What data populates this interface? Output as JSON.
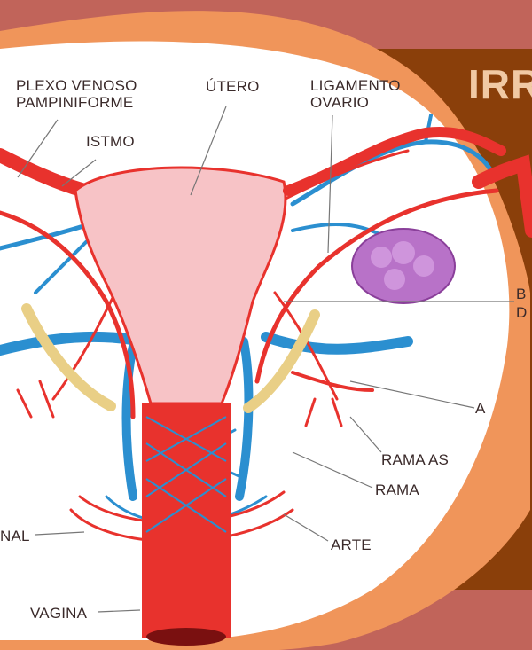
{
  "slide": {
    "title": "IRR",
    "colors": {
      "background": "#c1645a",
      "panel": "#8a3f0a",
      "blob_outer": "#f0955a",
      "blob_inner": "#ffffff",
      "title": "#f1c9a4",
      "artery": "#e8322d",
      "vein": "#2b8fd0",
      "uterus": "#f7c3c6",
      "ovary": "#b872c8",
      "ureter": "#e9cf86"
    }
  },
  "diagram": {
    "labels": {
      "plexo_line1": "PLEXO VENOSO",
      "plexo_line2": "PAMPINIFORME",
      "utero": "ÚTERO",
      "ligamento_line1": "LIGAMENTO",
      "ligamento_line2": "OVARIO",
      "istmo": "ISTMO",
      "right_b": "B",
      "right_d": "D",
      "right_a": "A",
      "rama_as": "RAMA AS",
      "rama": "RAMA",
      "arte": "ARTE",
      "nal": "NAL",
      "vagina": "VAGINA"
    }
  }
}
